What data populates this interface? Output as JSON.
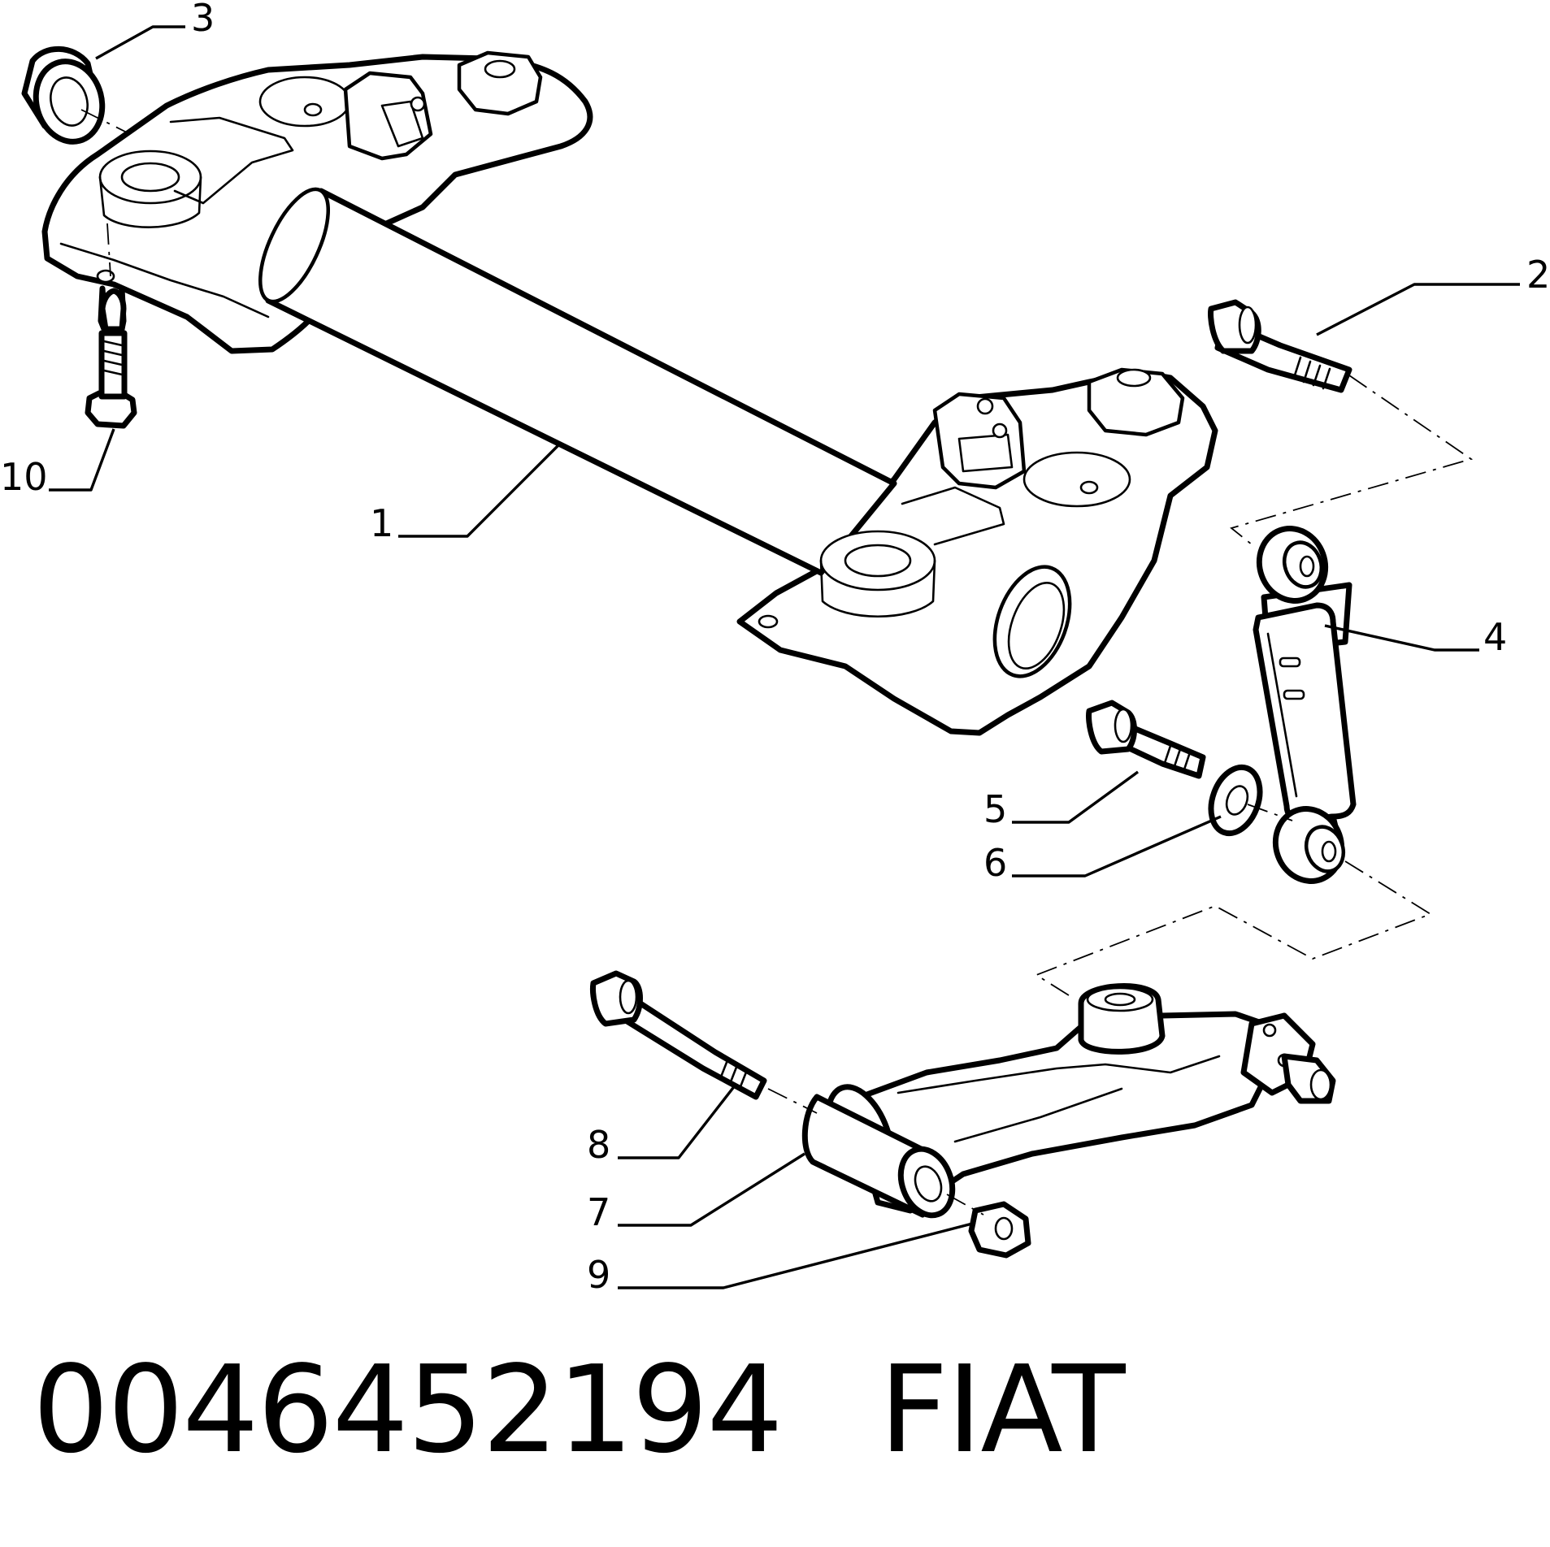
{
  "callouts": {
    "c1": "1",
    "c2": "2",
    "c3": "3",
    "c4": "4",
    "c5": "5",
    "c6": "6",
    "c7": "7",
    "c8": "8",
    "c9": "9",
    "c10": "10"
  },
  "caption": {
    "part_number": "0046452194",
    "brand": "FIAT"
  }
}
